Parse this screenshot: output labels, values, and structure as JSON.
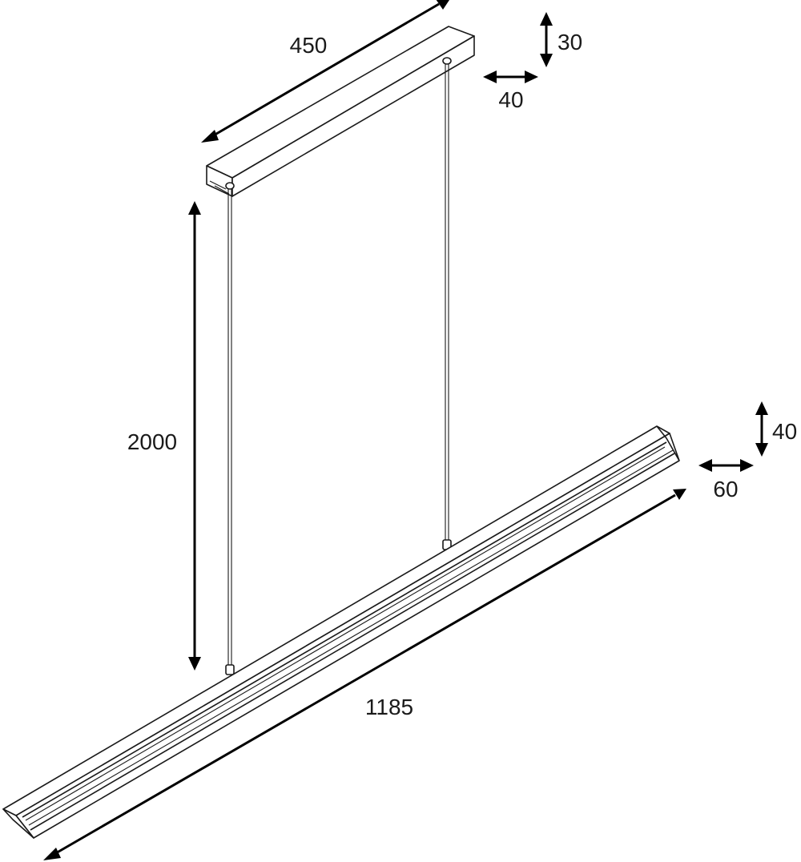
{
  "diagram": {
    "canopy": {
      "length_label": "450",
      "height_label": "30",
      "width_label": "40"
    },
    "suspension": {
      "length_label": "2000"
    },
    "luminaire": {
      "length_label": "1185",
      "height_label": "40",
      "width_label": "60"
    },
    "colors": {
      "line": "#1a1a1a",
      "arrow": "#000000",
      "background": "#ffffff"
    }
  }
}
